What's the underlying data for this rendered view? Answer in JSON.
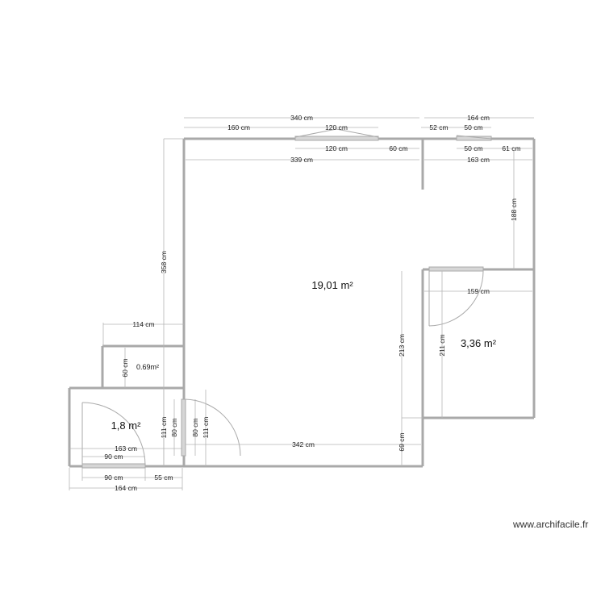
{
  "app": {
    "watermark": "www.archifacile.fr"
  },
  "rooms": [
    {
      "id": "main",
      "area": "19,01 m²"
    },
    {
      "id": "right",
      "area": "3,36 m²"
    },
    {
      "id": "small",
      "area": "0.69m²"
    },
    {
      "id": "entry",
      "area": "1,8 m²"
    }
  ],
  "dimensions": {
    "top_total_left": "340 cm",
    "top_total_right": "164 cm",
    "top_seg_160": "160 cm",
    "top_window_120_a": "120 cm",
    "top_window_120_b": "120 cm",
    "top_seg_60": "60 cm",
    "top_inner_339": "339 cm",
    "right_seg_52": "52 cm",
    "right_window_50_a": "50 cm",
    "right_window_50_b": "50 cm",
    "right_seg_61": "61 cm",
    "right_inner_163": "163 cm",
    "right_vert_188": "188 cm",
    "right_room_159": "159 cm",
    "right_room_213": "213 cm",
    "right_room_211": "211 cm",
    "left_vert_358": "358 cm",
    "small_114": "114 cm",
    "small_60": "60 cm",
    "entry_163": "163 cm",
    "entry_90_a": "90 cm",
    "entry_90_b": "90 cm",
    "entry_55": "55 cm",
    "entry_164": "164 cm",
    "door_111_a": "111 cm",
    "door_80_a": "80 cm",
    "door_80_b": "80 cm",
    "door_111_b": "111 cm",
    "bottom_342": "342 cm",
    "bottom_69": "69 cm"
  },
  "colors": {
    "wall": "#a9a9a9",
    "dim": "#b5b5b5",
    "window": "#d6d6d6",
    "text": "#222222"
  }
}
